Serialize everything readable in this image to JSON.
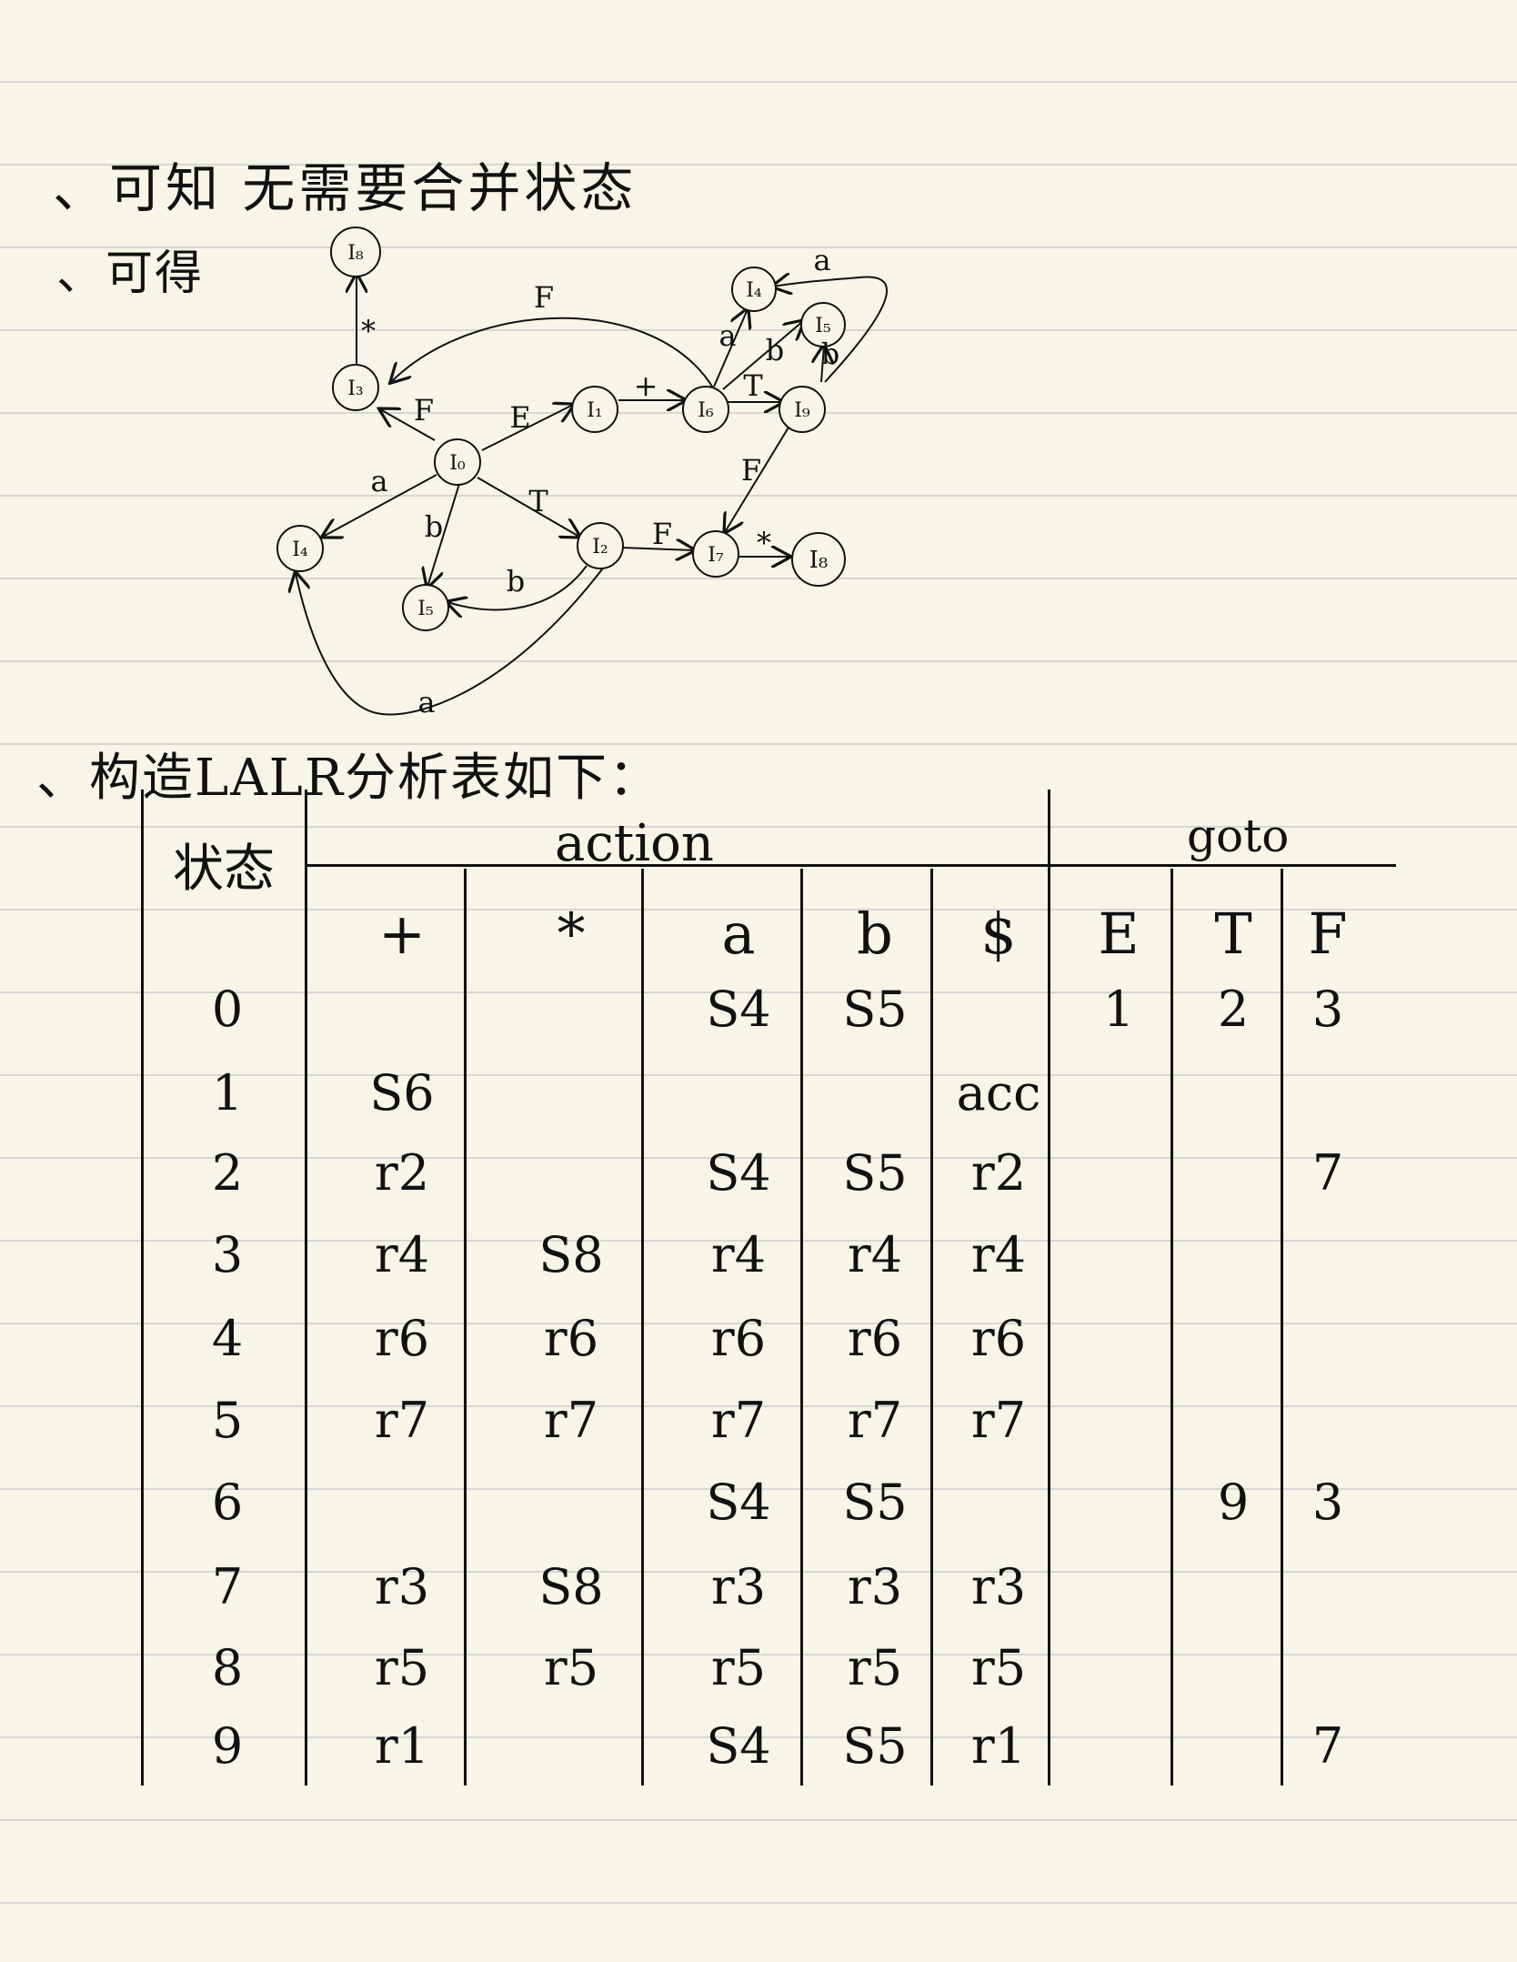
{
  "notes": {
    "line1": "、可知 无需要合并状态",
    "line2": "、可得",
    "line3": "、构造LALR分析表如下："
  },
  "diagram": {
    "nodes": [
      {
        "id": "n0",
        "label": "I₀"
      },
      {
        "id": "n1",
        "label": "I₁"
      },
      {
        "id": "n2",
        "label": "I₂"
      },
      {
        "id": "n3",
        "label": "I₃"
      },
      {
        "id": "n4a",
        "label": "I₄"
      },
      {
        "id": "n5a",
        "label": "I₅"
      },
      {
        "id": "n6",
        "label": "I₆"
      },
      {
        "id": "n7",
        "label": "I₇"
      },
      {
        "id": "n8a",
        "label": "I₈"
      },
      {
        "id": "n8b",
        "label": "I₈"
      },
      {
        "id": "n9",
        "label": "I₉"
      },
      {
        "id": "n4b",
        "label": "I₄"
      },
      {
        "id": "n5b",
        "label": "I₅"
      }
    ],
    "edges": [
      {
        "label": "F"
      },
      {
        "label": "E"
      },
      {
        "label": "a"
      },
      {
        "label": "b"
      },
      {
        "label": "T"
      },
      {
        "label": "*"
      },
      {
        "label": "+"
      },
      {
        "label": "F"
      },
      {
        "label": "a"
      },
      {
        "label": "b"
      },
      {
        "label": "T"
      },
      {
        "label": "b"
      },
      {
        "label": "a"
      },
      {
        "label": "F"
      },
      {
        "label": "F"
      },
      {
        "label": "*"
      },
      {
        "label": "b"
      },
      {
        "label": "a"
      }
    ]
  },
  "table": {
    "state_header": "状态",
    "action_header": "action",
    "goto_header": "goto",
    "columns": [
      "+",
      "*",
      "a",
      "b",
      "$",
      "E",
      "T",
      "F"
    ],
    "rows": [
      {
        "state": "0",
        "cells": [
          "",
          "",
          "S4",
          "S5",
          "",
          "1",
          "2",
          "3"
        ]
      },
      {
        "state": "1",
        "cells": [
          "S6",
          "",
          "",
          "",
          "acc",
          "",
          "",
          ""
        ]
      },
      {
        "state": "2",
        "cells": [
          "r2",
          "",
          "S4",
          "S5",
          "r2",
          "",
          "",
          "7"
        ]
      },
      {
        "state": "3",
        "cells": [
          "r4",
          "S8",
          "r4",
          "r4",
          "r4",
          "",
          "",
          ""
        ]
      },
      {
        "state": "4",
        "cells": [
          "r6",
          "r6",
          "r6",
          "r6",
          "r6",
          "",
          "",
          ""
        ]
      },
      {
        "state": "5",
        "cells": [
          "r7",
          "r7",
          "r7",
          "r7",
          "r7",
          "",
          "",
          ""
        ]
      },
      {
        "state": "6",
        "cells": [
          "",
          "",
          "S4",
          "S5",
          "",
          "",
          "9",
          "3"
        ]
      },
      {
        "state": "7",
        "cells": [
          "r3",
          "S8",
          "r3",
          "r3",
          "r3",
          "",
          "",
          ""
        ]
      },
      {
        "state": "8",
        "cells": [
          "r5",
          "r5",
          "r5",
          "r5",
          "r5",
          "",
          "",
          ""
        ]
      },
      {
        "state": "9",
        "cells": [
          "r1",
          "",
          "S4",
          "S5",
          "r1",
          "",
          "",
          "7"
        ]
      }
    ]
  }
}
